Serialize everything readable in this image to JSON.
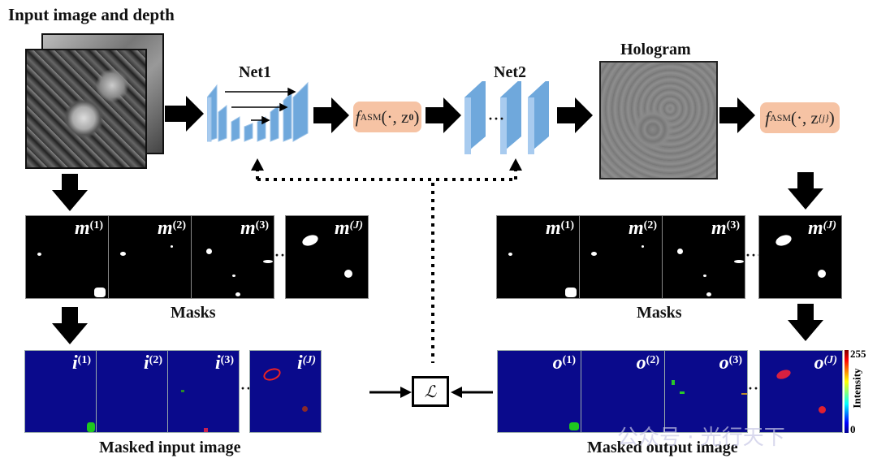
{
  "titles": {
    "input": "Input image and depth",
    "net1": "Net1",
    "net2": "Net2",
    "hologram": "Hologram",
    "masks_left": "Masks",
    "masks_right": "Masks",
    "masked_input": "Masked input image",
    "masked_output": "Masked output image"
  },
  "operators": {
    "asm_z0": {
      "f": "f",
      "sub": "ASM",
      "args": "(·, z",
      "arg_sub": "0",
      "close": ")"
    },
    "asm_zj": {
      "f": "f",
      "sub": "ASM",
      "args": "(·, z",
      "arg_sup": "{j}",
      "close": ")"
    },
    "loss": "ℒ",
    "ellipsis": "···"
  },
  "mask_symbols": {
    "letter": "m",
    "indices": [
      "(1)",
      "(2)",
      "(3)",
      "(J)"
    ]
  },
  "input_symbols": {
    "letter": "i",
    "indices": [
      "(1)",
      "(2)",
      "(3)",
      "(J)"
    ]
  },
  "output_symbols": {
    "letter": "o",
    "indices": [
      "(1)",
      "(2)",
      "(3)",
      "(J)"
    ]
  },
  "colorbar": {
    "label": "Intensity",
    "max": "255",
    "min": "0",
    "colormap": "jet"
  },
  "colors": {
    "net_block": "#6fa8dc",
    "asm_box": "#f6c3a4",
    "masked_bg": "#0a0a8c"
  },
  "watermark": "公众号 · 光行天下"
}
